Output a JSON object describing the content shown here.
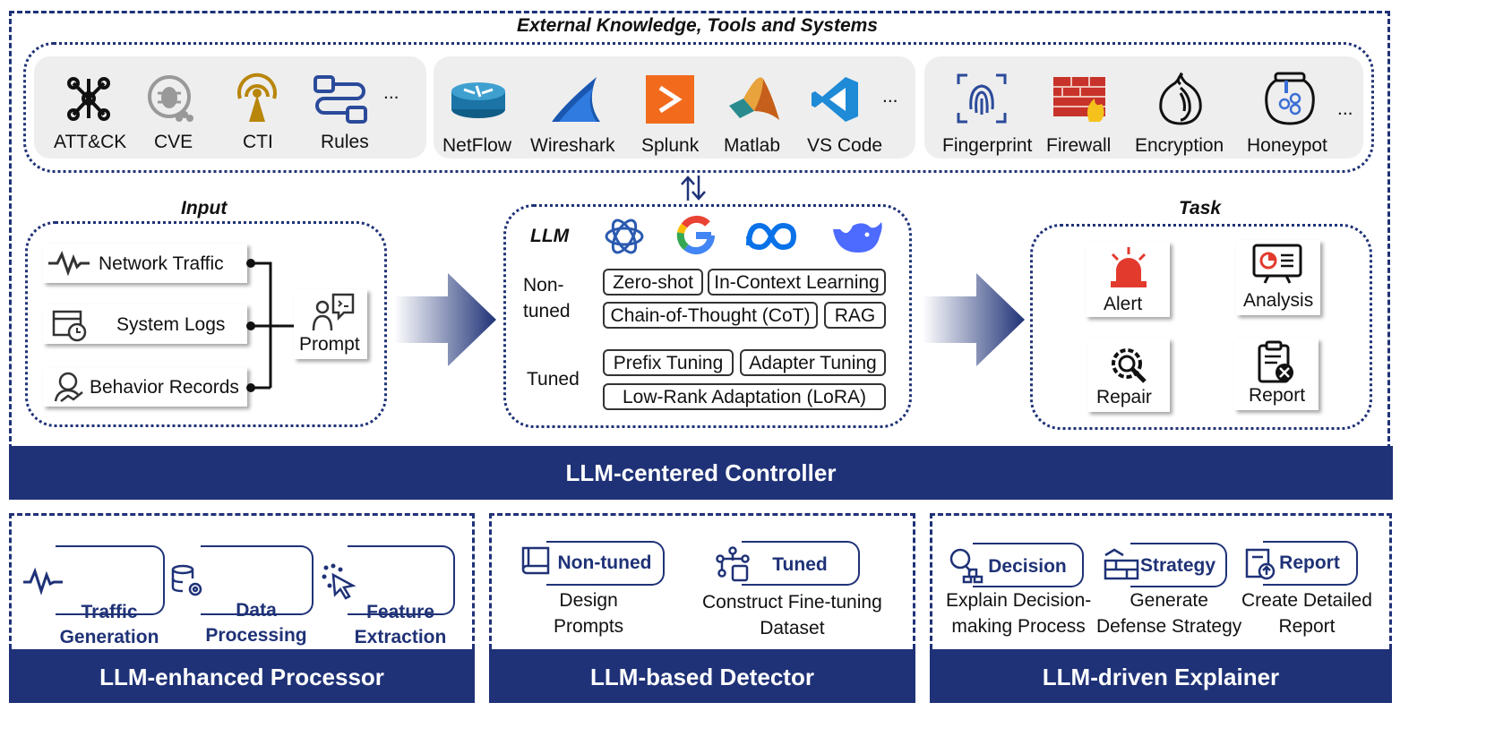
{
  "external": {
    "title": "External Knowledge, Tools and Systems",
    "group1": [
      "ATT&CK",
      "CVE",
      "CTI",
      "Rules"
    ],
    "group2": [
      "NetFlow",
      "Wireshark",
      "Splunk",
      "Matlab",
      "VS Code"
    ],
    "group3": [
      "Fingerprint",
      "Firewall",
      "Encryption",
      "Honeypot"
    ],
    "ellipsis": "..."
  },
  "input": {
    "title": "Input",
    "items": [
      "Network Traffic",
      "System Logs",
      "Behavior Records"
    ],
    "prompt": "Prompt"
  },
  "llm": {
    "title": "LLM",
    "non_tuned_label": "Non-\ntuned",
    "tuned_label": "Tuned",
    "non_tuned": [
      "Zero-shot",
      "In-Context Learning",
      "Chain-of-Thought (CoT)",
      "RAG"
    ],
    "tuned": [
      "Prefix Tuning",
      "Adapter Tuning",
      "Low-Rank Adaptation (LoRA)"
    ]
  },
  "task": {
    "title": "Task",
    "items": [
      "Alert",
      "Analysis",
      "Repair",
      "Report"
    ]
  },
  "controller": "LLM-centered Controller",
  "processor": {
    "title": "LLM-enhanced Processor",
    "tabs": [
      "Traffic\nGeneration",
      "Data\nProcessing",
      "Feature\nExtraction"
    ]
  },
  "detector": {
    "title": "LLM-based Detector",
    "tabs": [
      "Non-tuned",
      "Tuned"
    ],
    "descs": [
      "Design\nPrompts",
      "Construct Fine-tuning\nDataset"
    ]
  },
  "explainer": {
    "title": "LLM-driven Explainer",
    "tabs": [
      "Decision",
      "Strategy",
      "Report"
    ],
    "descs": [
      "Explain Decision-\nmaking Process",
      "Generate\nDefense Strategy",
      "Create Detailed\nReport"
    ]
  },
  "colors": {
    "navy": "#1f3277",
    "arrow": "#3a4f9a"
  }
}
